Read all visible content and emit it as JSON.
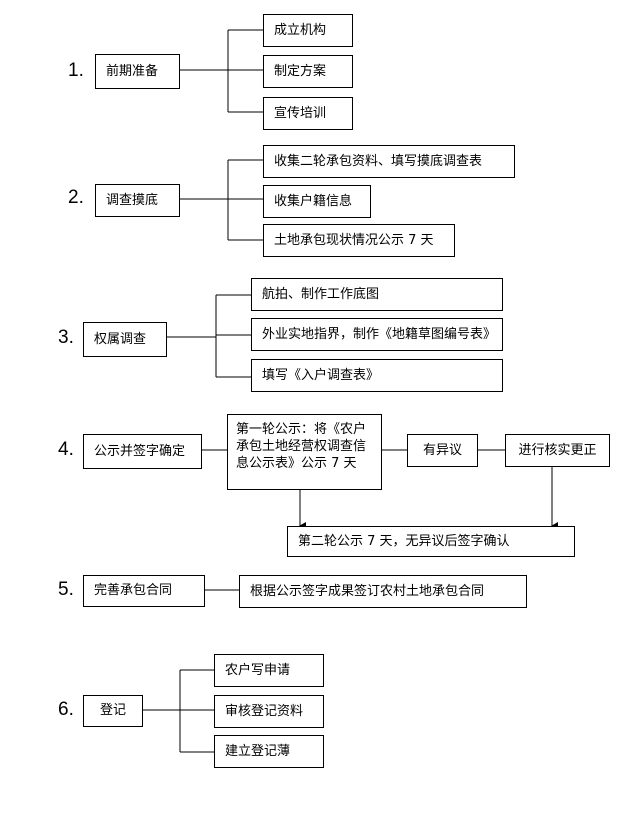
{
  "steps": [
    {
      "number": "1.",
      "main": "前期准备",
      "subs": [
        "成立机构",
        "制定方案",
        "宣传培训"
      ]
    },
    {
      "number": "2.",
      "main": "调查摸底",
      "subs": [
        "收集二轮承包资料、填写摸底调查表",
        "收集户籍信息",
        "土地承包现状情况公示 7 天"
      ]
    },
    {
      "number": "3.",
      "main": "权属调查",
      "subs": [
        "航拍、制作工作底图",
        "外业实地指界，制作《地籍草图编号表》",
        "填写《入户调查表》"
      ]
    },
    {
      "number": "4.",
      "main": "公示并签字确定",
      "first_publicity": "第一轮公示：将《农户承包土地经营权调查信息公示表》公示 7 天",
      "objection": "有异议",
      "verify": "进行核实更正",
      "second_publicity": "第二轮公示 7 天，无异议后签字确认"
    },
    {
      "number": "5.",
      "main": "完善承包合同",
      "sub": "根据公示签字成果签订农村土地承包合同"
    },
    {
      "number": "6.",
      "main": "登记",
      "subs": [
        "农户写申请",
        "审核登记资料",
        "建立登记薄"
      ]
    }
  ]
}
